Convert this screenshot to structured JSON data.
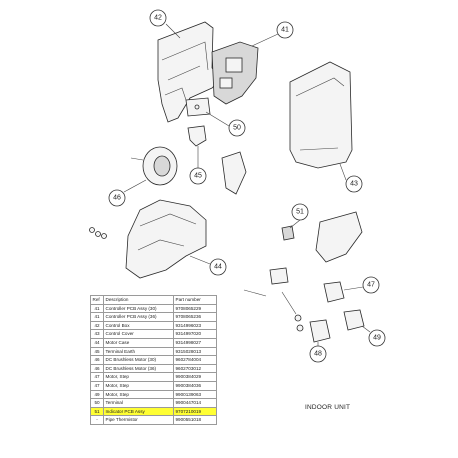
{
  "table": {
    "headers": {
      "ref": "Ref",
      "description": "Description",
      "part_number": "Part number"
    },
    "rows": [
      {
        "ref": "41",
        "description": "Controller PCB Assy (30)",
        "part_number": "9708065229"
      },
      {
        "ref": "41",
        "description": "Controller PCB Assy (36)",
        "part_number": "9708065236"
      },
      {
        "ref": "42",
        "description": "Control Box",
        "part_number": "9314996023"
      },
      {
        "ref": "43",
        "description": "Control Cover",
        "part_number": "9314997020"
      },
      {
        "ref": "44",
        "description": "Motor Case",
        "part_number": "9314998027"
      },
      {
        "ref": "45",
        "description": "Terminal Earth",
        "part_number": "9315028013"
      },
      {
        "ref": "46",
        "description": "DC Brushless Motor (30)",
        "part_number": "9602784004"
      },
      {
        "ref": "46",
        "description": "DC Brushless Motor (36)",
        "part_number": "9602703012"
      },
      {
        "ref": "47",
        "description": "Motor, Step",
        "part_number": "9900384029"
      },
      {
        "ref": "47",
        "description": "Motor, Step",
        "part_number": "9900384036"
      },
      {
        "ref": "49",
        "description": "Motor, Step",
        "part_number": "9900139063"
      },
      {
        "ref": "50",
        "description": "Terminal",
        "part_number": "9900447014"
      },
      {
        "ref": "51",
        "description": "Indicator PCB Assy",
        "part_number": "9707210019",
        "highlight": true
      },
      {
        "ref": "-",
        "description": "Pipe Thermistor",
        "part_number": "9900551018"
      }
    ]
  },
  "callouts": {
    "c41": "41",
    "c42": "42",
    "c43": "43",
    "c44": "44",
    "c45": "45",
    "c46": "46",
    "c47": "47",
    "c48": "48",
    "c49": "49",
    "c50": "50",
    "c51": "51"
  },
  "unit_label": "INDOOR UNIT",
  "colors": {
    "highlight": "#ffff33",
    "line": "#2a2a2a",
    "table_border": "#9a9a9a"
  }
}
